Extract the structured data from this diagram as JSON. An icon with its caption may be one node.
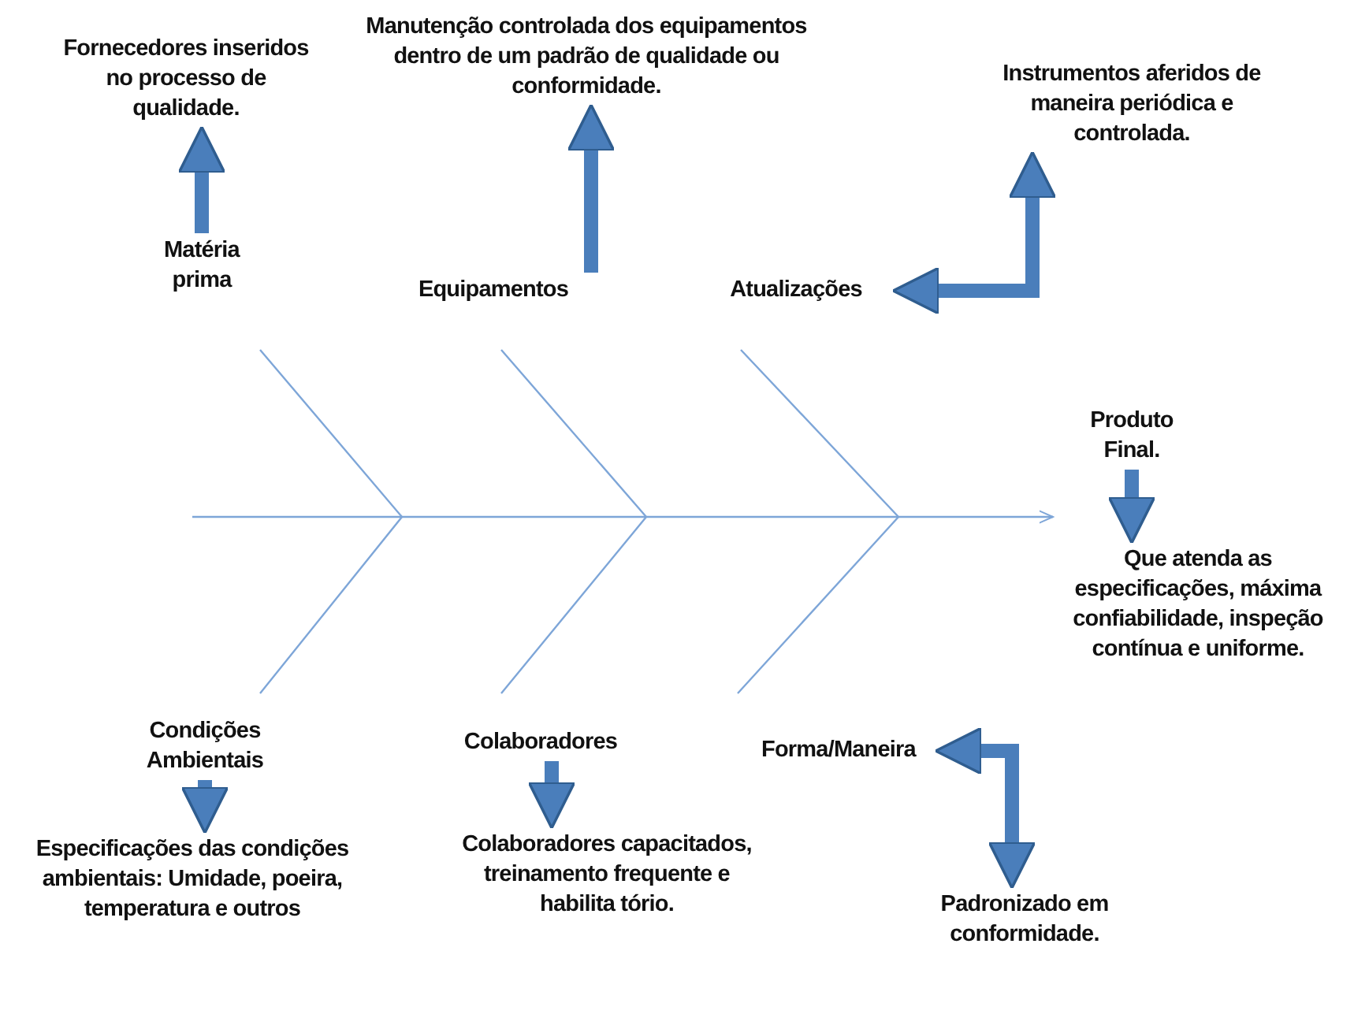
{
  "diagram": {
    "nodes": [
      {
        "text": [
          "Fornecedores inseridos no processo de qualidade."
        ]
      },
      {
        "text": [
          "Matéria prima"
        ]
      },
      {
        "text": [
          "Manutenção controlada dos equipamentos dentro de um padrão de qualidade ou conformidade."
        ]
      },
      {
        "text": [
          "Equipamentos"
        ]
      },
      {
        "text": [
          "Instrumentos aferidos de maneira periódica e controlada."
        ]
      },
      {
        "text": [
          "Atualizações"
        ]
      },
      {
        "text": [
          "Produto Final."
        ]
      },
      {
        "text": [
          "Que atenda as especificações, máxima confiabilidade, inspeção contínua e uniforme."
        ]
      },
      {
        "text": [
          "Condições Ambientais"
        ]
      },
      {
        "text": [
          "Especificações das condições ambientais: Umidade, poeira, temperatura e outros"
        ]
      },
      {
        "text": [
          "Colaboradores"
        ]
      },
      {
        "text": [
          "Colaboradores capacitados, treinamento frequente e habilita tório."
        ]
      },
      {
        "text": [
          "Forma/Maneira"
        ]
      },
      {
        "text": [
          "Padronizado em conformidade."
        ]
      }
    ],
    "edges": [
      {
        "from": 1,
        "to": 0,
        "arrow": "to"
      },
      {
        "from": 3,
        "to": 2,
        "arrow": "to"
      },
      {
        "from": 5,
        "to": 4,
        "arrow": "both"
      },
      {
        "from": 6,
        "to": 7,
        "arrow": "to"
      },
      {
        "from": 8,
        "to": 9,
        "arrow": "to"
      },
      {
        "from": 10,
        "to": 11,
        "arrow": "to"
      },
      {
        "from": 12,
        "to": 13,
        "arrow": "both"
      }
    ]
  }
}
